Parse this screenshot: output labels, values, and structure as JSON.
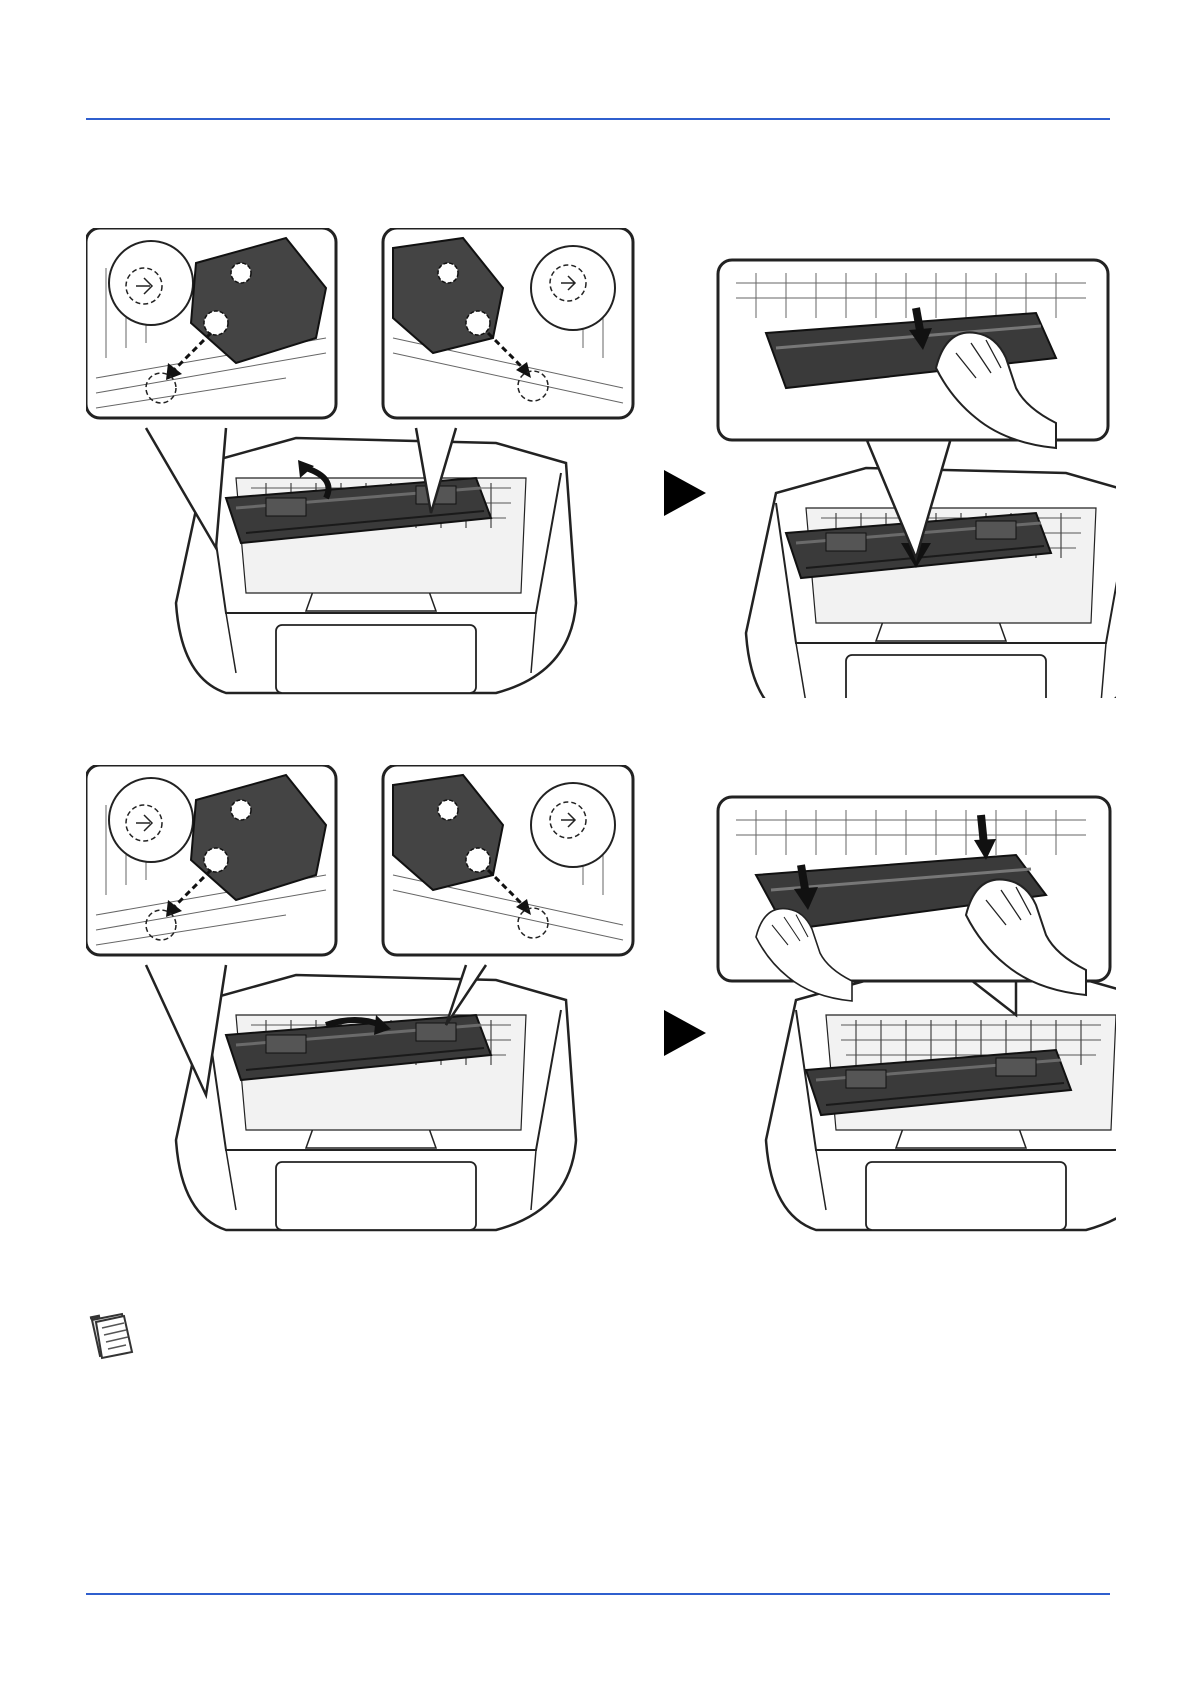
{
  "page": {
    "header_rule_color": "#2f5fce",
    "footer_rule_color": "#2f5fce"
  },
  "figures": [
    {
      "name": "step-remove-drum-start",
      "icons": [
        "zoom-callout-left-locator",
        "zoom-callout-right-locator",
        "lift-arrow"
      ]
    },
    {
      "name": "step-remove-drum-pull",
      "icons": [
        "press-down-arrow",
        "hand"
      ]
    },
    {
      "name": "step-install-drum-start",
      "icons": [
        "zoom-callout-left-locator",
        "zoom-callout-right-locator",
        "rotate-arrow"
      ]
    },
    {
      "name": "step-install-drum-press",
      "icons": [
        "press-down-arrow",
        "hands"
      ]
    }
  ],
  "icons": {
    "next_step": "triangle-right-icon",
    "note": "note-pad-icon"
  }
}
